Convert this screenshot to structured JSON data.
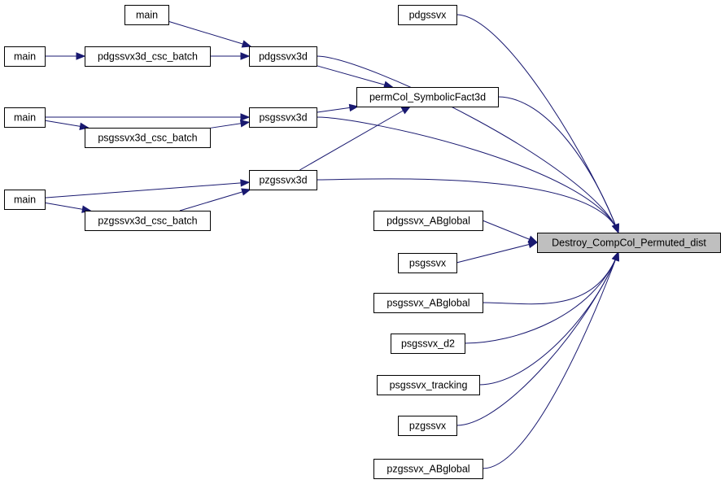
{
  "graph": {
    "focus": "Destroy_CompCol_Permuted_dist",
    "nodes": {
      "main_a": "main",
      "main_b": "main",
      "main_c": "main",
      "main_d": "main",
      "pdgssvx3d_csc_batch": "pdgssvx3d_csc_batch",
      "psgssvx3d_csc_batch": "psgssvx3d_csc_batch",
      "pzgssvx3d_csc_batch": "pzgssvx3d_csc_batch",
      "pdgssvx3d": "pdgssvx3d",
      "psgssvx3d": "psgssvx3d",
      "pzgssvx3d": "pzgssvx3d",
      "pdgssvx": "pdgssvx",
      "permCol_SymbolicFact3d": "permCol_SymbolicFact3d",
      "pdgssvx_ABglobal": "pdgssvx_ABglobal",
      "psgssvx": "psgssvx",
      "psgssvx_ABglobal": "psgssvx_ABglobal",
      "psgssvx_d2": "psgssvx_d2",
      "psgssvx_tracking": "psgssvx_tracking",
      "pzgssvx": "pzgssvx",
      "pzgssvx_ABglobal": "pzgssvx_ABglobal",
      "Destroy_CompCol_Permuted_dist": "Destroy_CompCol_Permuted_dist"
    },
    "edges": [
      [
        "main_a",
        "pdgssvx3d"
      ],
      [
        "main_b",
        "pdgssvx3d_csc_batch"
      ],
      [
        "pdgssvx3d_csc_batch",
        "pdgssvx3d"
      ],
      [
        "main_c",
        "psgssvx3d"
      ],
      [
        "main_c",
        "psgssvx3d_csc_batch"
      ],
      [
        "psgssvx3d_csc_batch",
        "psgssvx3d"
      ],
      [
        "main_d",
        "pzgssvx3d"
      ],
      [
        "main_d",
        "pzgssvx3d_csc_batch"
      ],
      [
        "pzgssvx3d_csc_batch",
        "pzgssvx3d"
      ],
      [
        "pdgssvx3d",
        "permCol_SymbolicFact3d"
      ],
      [
        "psgssvx3d",
        "permCol_SymbolicFact3d"
      ],
      [
        "pzgssvx3d",
        "permCol_SymbolicFact3d"
      ],
      [
        "pdgssvx",
        "Destroy_CompCol_Permuted_dist"
      ],
      [
        "pdgssvx3d",
        "Destroy_CompCol_Permuted_dist"
      ],
      [
        "permCol_SymbolicFact3d",
        "Destroy_CompCol_Permuted_dist"
      ],
      [
        "psgssvx3d",
        "Destroy_CompCol_Permuted_dist"
      ],
      [
        "pzgssvx3d",
        "Destroy_CompCol_Permuted_dist"
      ],
      [
        "pdgssvx_ABglobal",
        "Destroy_CompCol_Permuted_dist"
      ],
      [
        "psgssvx",
        "Destroy_CompCol_Permuted_dist"
      ],
      [
        "psgssvx_ABglobal",
        "Destroy_CompCol_Permuted_dist"
      ],
      [
        "psgssvx_d2",
        "Destroy_CompCol_Permuted_dist"
      ],
      [
        "psgssvx_tracking",
        "Destroy_CompCol_Permuted_dist"
      ],
      [
        "pzgssvx",
        "Destroy_CompCol_Permuted_dist"
      ],
      [
        "pzgssvx_ABglobal",
        "Destroy_CompCol_Permuted_dist"
      ]
    ]
  },
  "colors": {
    "edge": "#191970",
    "focus_fill": "#bfbfbf",
    "node_fill": "#ffffff",
    "node_border": "#000000"
  }
}
